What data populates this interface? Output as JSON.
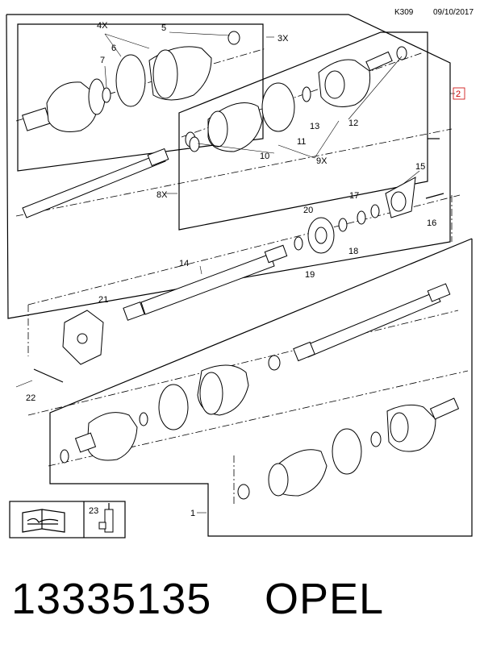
{
  "header": {
    "ref_code": "K309",
    "date": "09/10/2017"
  },
  "callouts": {
    "c1": "1",
    "c2": "2",
    "c3x": "3X",
    "c4x": "4X",
    "c5": "5",
    "c6": "6",
    "c7": "7",
    "c8x": "8X",
    "c9x": "9X",
    "c10": "10",
    "c11": "11",
    "c12": "12",
    "c13": "13",
    "c14": "14",
    "c15": "15",
    "c16": "16",
    "c17": "17",
    "c18": "18",
    "c19": "19",
    "c20": "20",
    "c21": "21",
    "c22": "22",
    "c23": "23"
  },
  "footer": {
    "part_number": "13335135",
    "brand": "OPEL"
  },
  "icons": {
    "manual": "manual-book-icon",
    "cylinder": "grease-tube-icon"
  }
}
